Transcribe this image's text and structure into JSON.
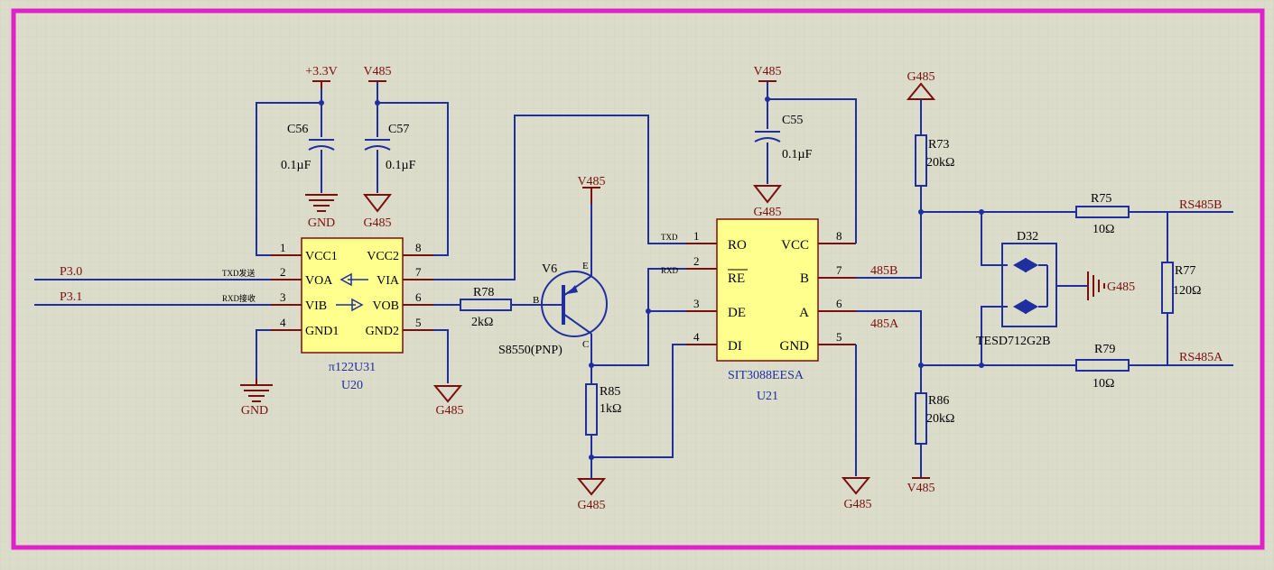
{
  "power": {
    "p33": "+3.3V",
    "v485": "V485",
    "gnd": "GND",
    "g485": "G485"
  },
  "ports": {
    "p30": "P3.0",
    "p31": "P3.1"
  },
  "u20": {
    "ref": "U20",
    "value": "π122U31",
    "pins_left": [
      {
        "num": "1",
        "name": "VCC1"
      },
      {
        "num": "2",
        "name": "VOA"
      },
      {
        "num": "3",
        "name": "VIB"
      },
      {
        "num": "4",
        "name": "GND1"
      }
    ],
    "pins_right": [
      {
        "num": "8",
        "name": "VCC2"
      },
      {
        "num": "7",
        "name": "VIA"
      },
      {
        "num": "6",
        "name": "VOB"
      },
      {
        "num": "5",
        "name": "GND2"
      }
    ],
    "txd_label": "TXD发送",
    "rxd_label": "RXD接收"
  },
  "u21": {
    "ref": "U21",
    "value": "SIT3088EESA",
    "pins_left": [
      {
        "num": "1",
        "name": "RO"
      },
      {
        "num": "2",
        "name": "RE"
      },
      {
        "num": "3",
        "name": "DE"
      },
      {
        "num": "4",
        "name": "DI"
      }
    ],
    "pins_right": [
      {
        "num": "8",
        "name": "VCC"
      },
      {
        "num": "7",
        "name": "B"
      },
      {
        "num": "6",
        "name": "A"
      },
      {
        "num": "5",
        "name": "GND"
      }
    ],
    "txd": "TXD",
    "rxd": "RXD"
  },
  "caps": {
    "c56": {
      "ref": "C56",
      "value": "0.1µF"
    },
    "c57": {
      "ref": "C57",
      "value": "0.1µF"
    },
    "c55": {
      "ref": "C55",
      "value": "0.1µF"
    }
  },
  "resistors": {
    "r78": {
      "ref": "R78",
      "value": "2kΩ"
    },
    "r85": {
      "ref": "R85",
      "value": "1kΩ"
    },
    "r73": {
      "ref": "R73",
      "value": "20kΩ"
    },
    "r86": {
      "ref": "R86",
      "value": "20kΩ"
    },
    "r75": {
      "ref": "R75",
      "value": "10Ω"
    },
    "r79": {
      "ref": "R79",
      "value": "10Ω"
    },
    "r77": {
      "ref": "R77",
      "value": "120Ω"
    }
  },
  "transistor": {
    "ref": "V6",
    "value": "S8550(PNP)",
    "b": "B",
    "e": "E",
    "c": "C"
  },
  "tvs": {
    "ref": "D32",
    "value": "TESD712G2B"
  },
  "nets": {
    "n485b": "485B",
    "n485a": "485A",
    "rs485b": "RS485B",
    "rs485a": "RS485A"
  }
}
